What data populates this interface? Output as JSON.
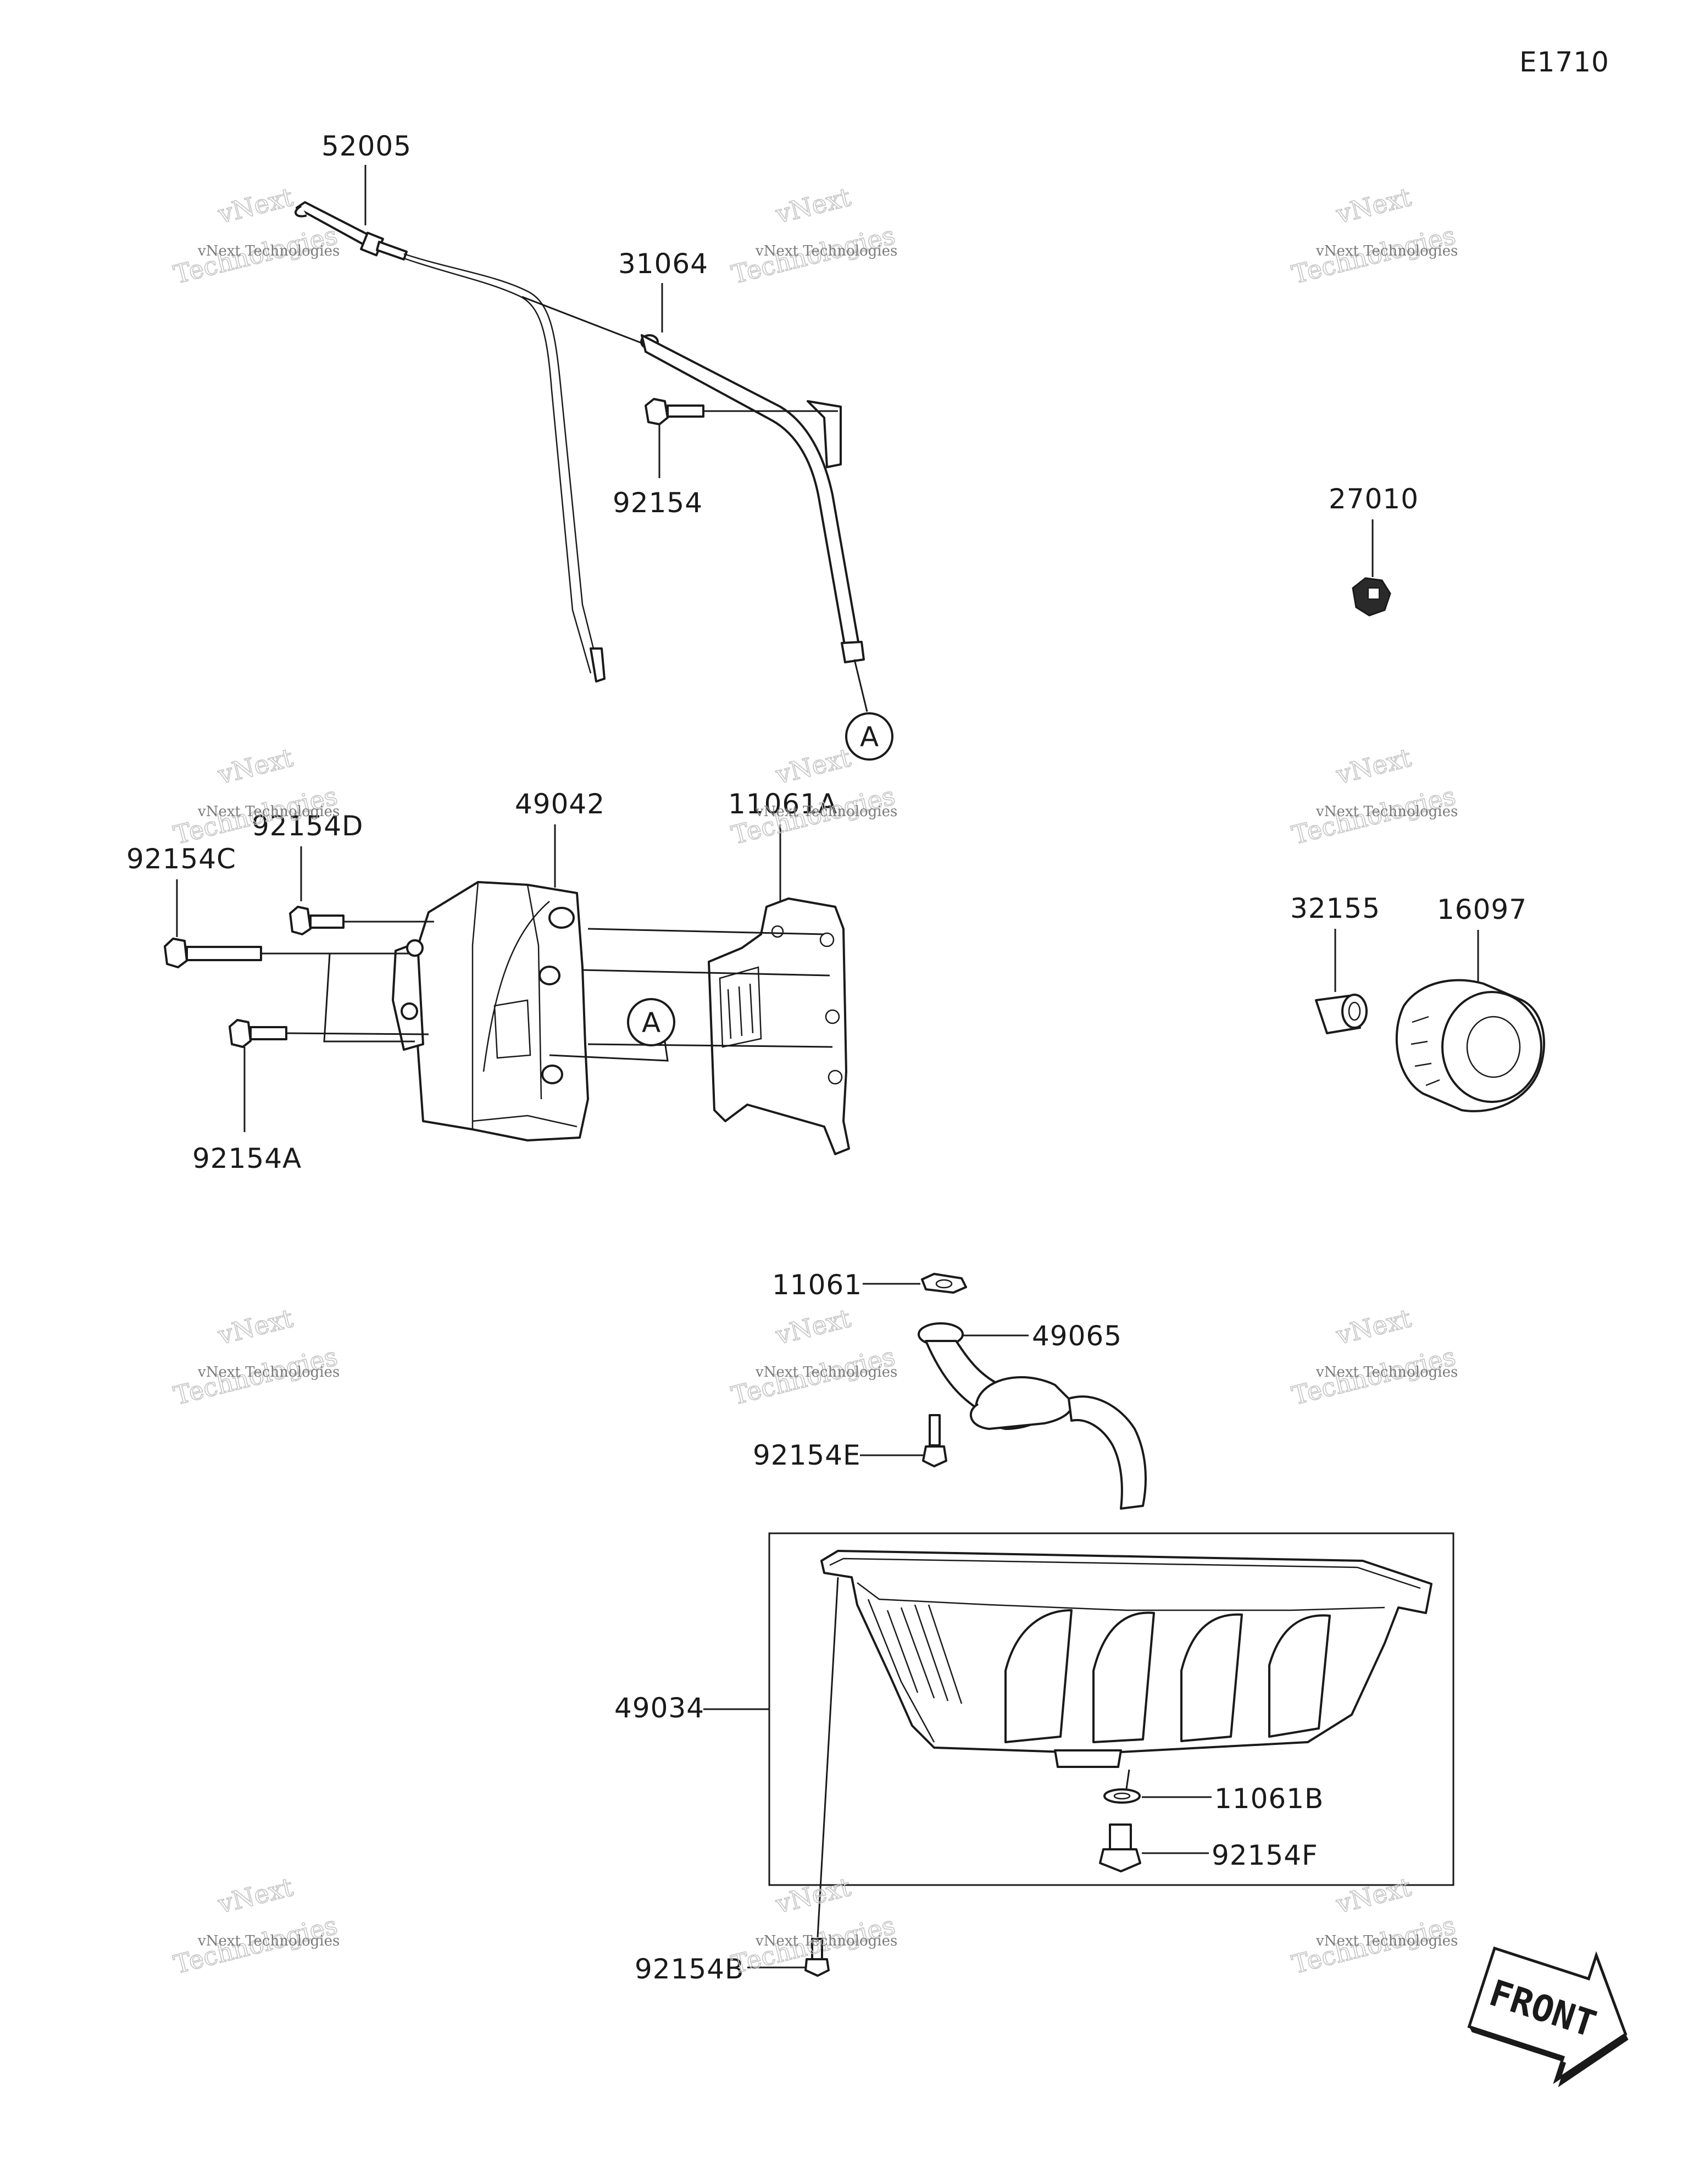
{
  "diagram_code": "E1710",
  "front_label": "FRONT",
  "ref_marker": "A",
  "watermark": {
    "line1": "vNext Technologies",
    "line2": "Technologies",
    "line3": "vNext"
  },
  "parts": {
    "p52005": "52005",
    "p31064": "31064",
    "p92154": "92154",
    "p27010": "27010",
    "p49042": "49042",
    "p11061A": "11061A",
    "p92154D": "92154D",
    "p92154C": "92154C",
    "p92154A": "92154A",
    "p32155": "32155",
    "p16097": "16097",
    "p11061": "11061",
    "p49065": "49065",
    "p92154E": "92154E",
    "p49034": "49034",
    "p11061B": "11061B",
    "p92154F": "92154F",
    "p92154B": "92154B"
  }
}
